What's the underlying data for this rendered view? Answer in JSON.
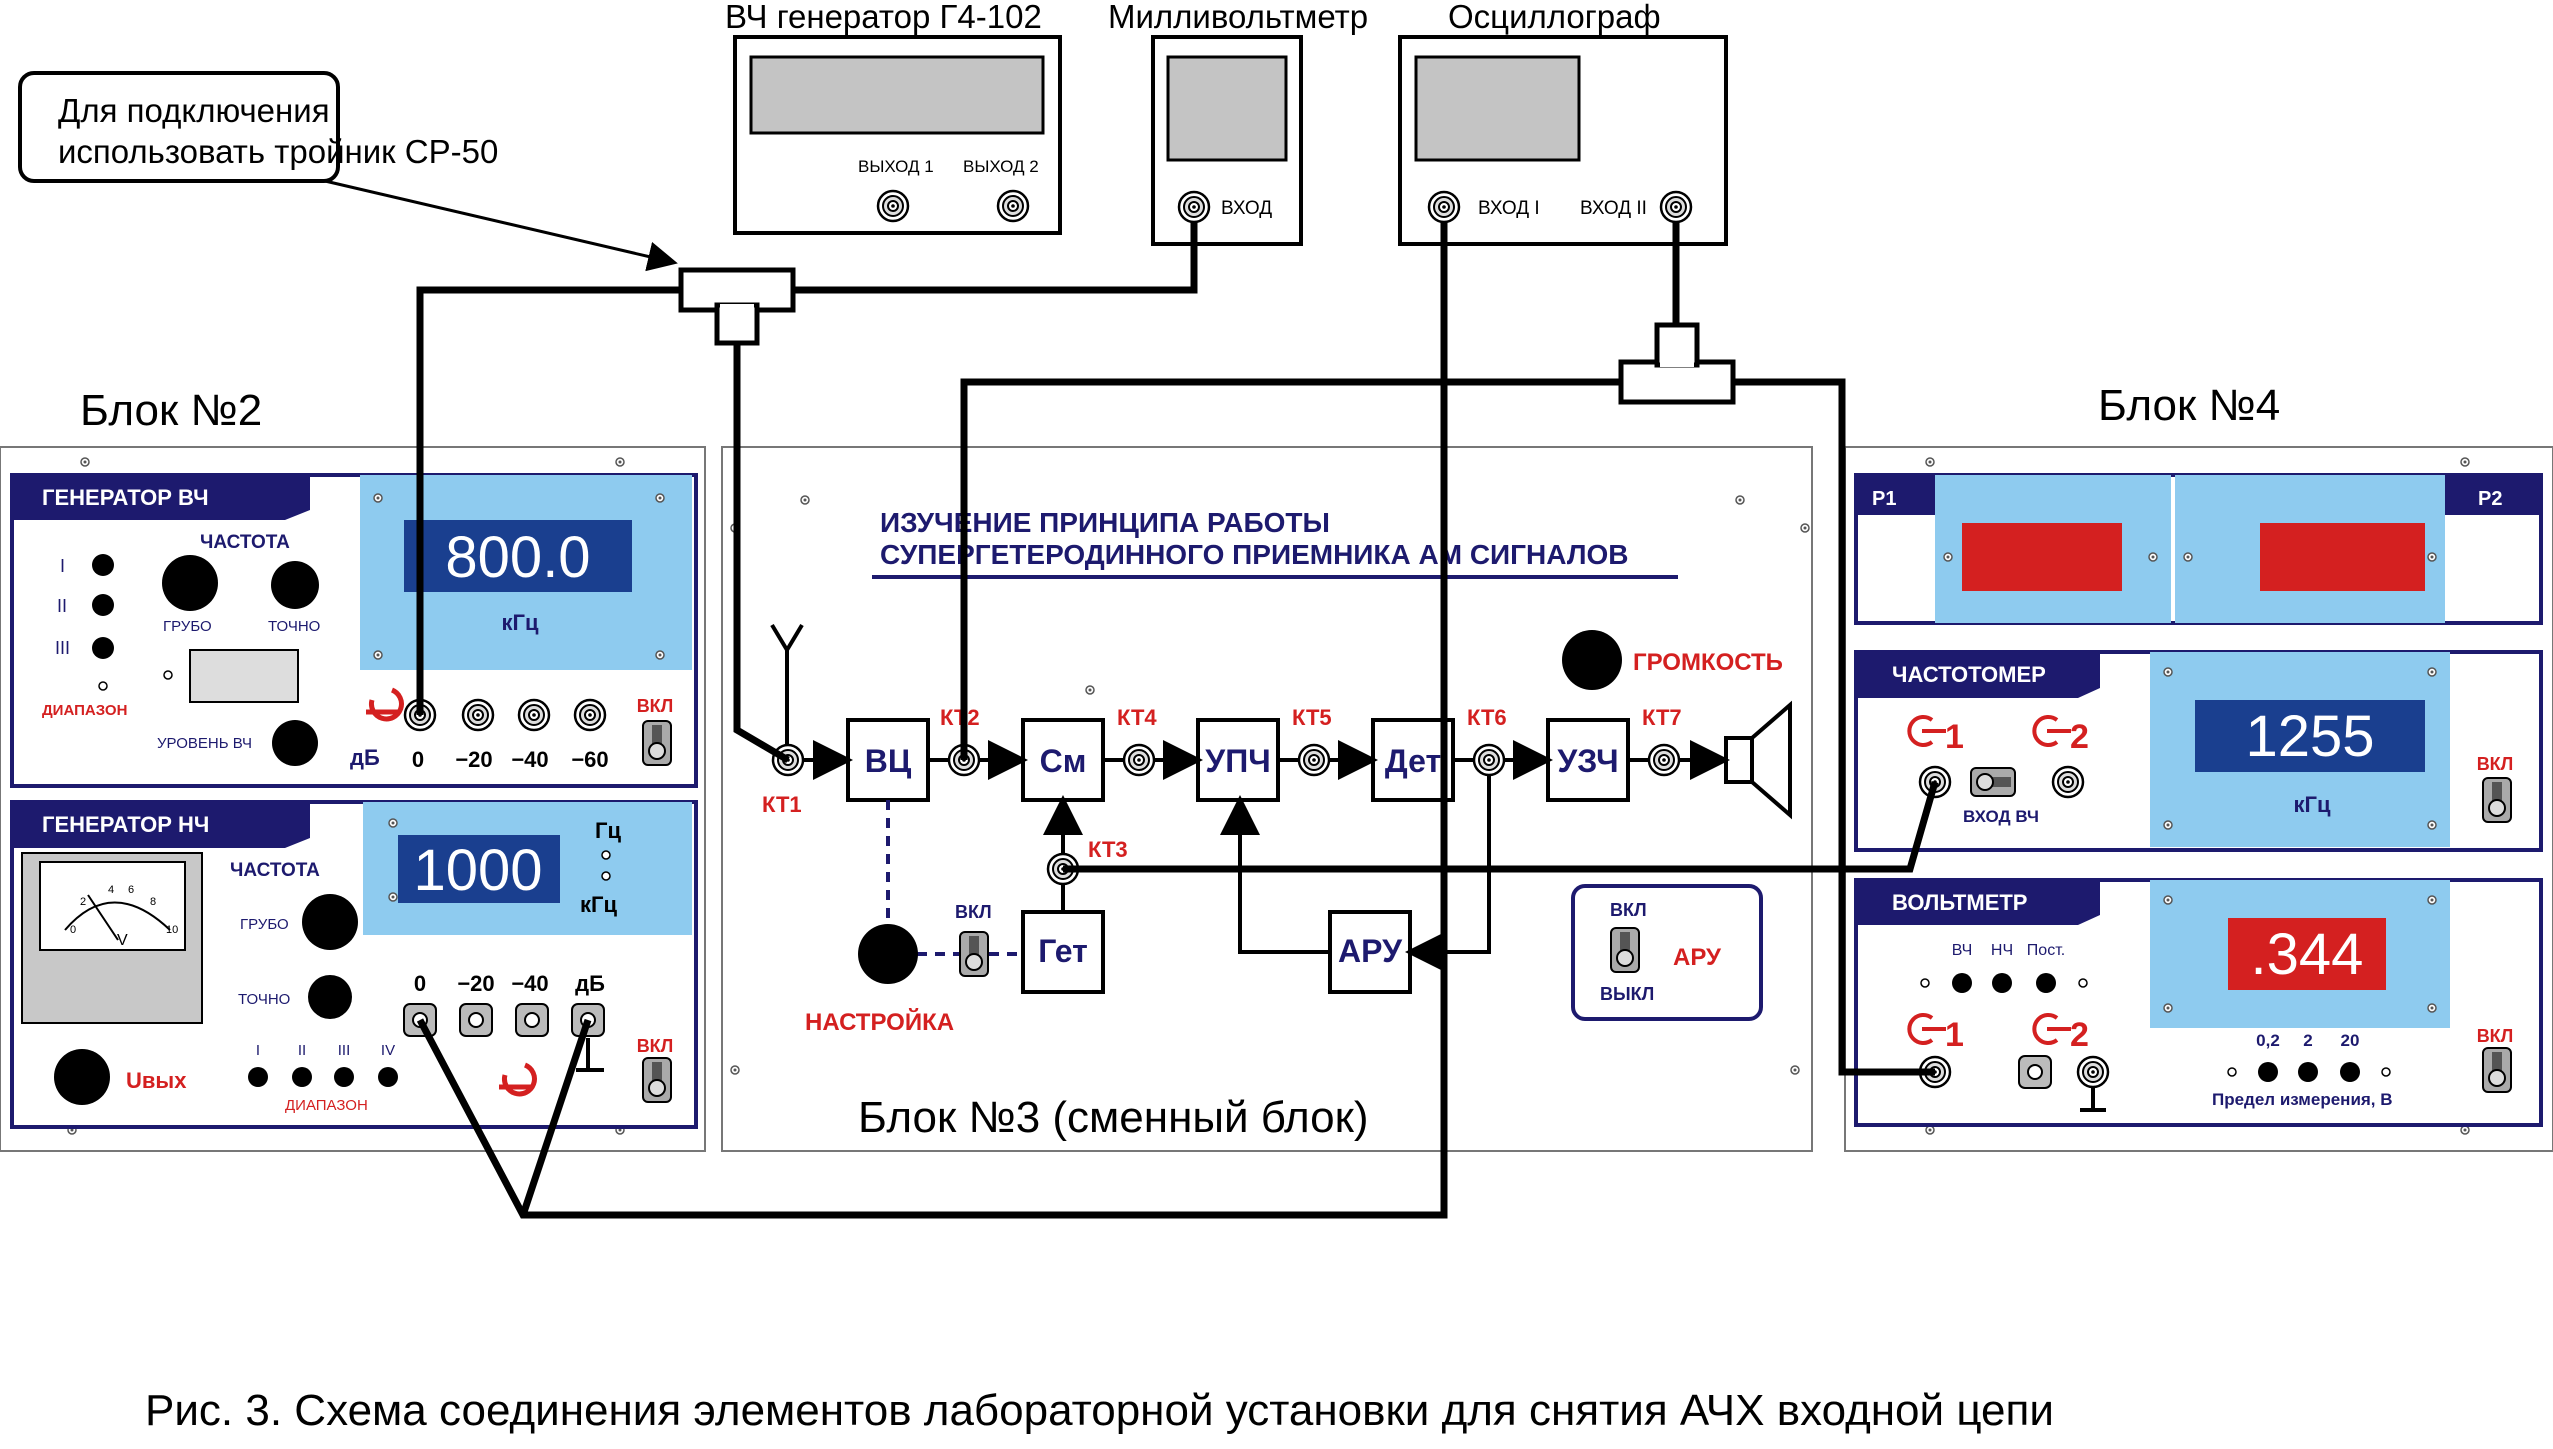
{
  "callout": {
    "line1": "Для подключения",
    "line2": "использовать тройник СР-50"
  },
  "instruments": {
    "generator": {
      "title": "ВЧ генератор Г4-102",
      "out1": "ВЫХОД 1",
      "out2": "ВЫХОД 2"
    },
    "millivoltmeter": {
      "title": "Милливольтметр",
      "input": "ВХОД"
    },
    "oscilloscope": {
      "title": "Осциллограф",
      "input1": "ВХОД I",
      "input2": "ВХОД II"
    }
  },
  "block2": {
    "label": "Блок №2",
    "rf_gen": {
      "title": "ГЕНЕРАТОР ВЧ",
      "freq_label": "ЧАСТОТА",
      "range_i": "I",
      "range_ii": "II",
      "range_iii": "III",
      "coarse": "ГРУБО",
      "fine": "ТОЧНО",
      "range_label": "ДИАПАЗОН",
      "level_label": "УРОВЕНЬ ВЧ",
      "display": "800.0",
      "unit": "кГц",
      "db": "дБ",
      "att": [
        "0",
        "−20",
        "−40",
        "−60"
      ],
      "power": "ВКЛ"
    },
    "lf_gen": {
      "title": "ГЕНЕРАТОР НЧ",
      "freq_label": "ЧАСТОТА",
      "coarse": "ГРУБО",
      "fine": "ТОЧНО",
      "display": "1000",
      "unit_hz": "Гц",
      "unit_khz": "кГц",
      "att": [
        "0",
        "−20",
        "−40"
      ],
      "db": "дБ",
      "meter_scale": [
        "0",
        "2",
        "4",
        "6",
        "8",
        "10"
      ],
      "meter_unit": "V",
      "uout": "Uвых",
      "ranges": [
        "I",
        "II",
        "III",
        "IV"
      ],
      "range_label": "ДИАПАЗОН",
      "power": "ВКЛ"
    }
  },
  "block3": {
    "label": "Блок №3 (сменный блок)",
    "title_line1": "ИЗУЧЕНИЕ  ПРИНЦИПА  РАБОТЫ",
    "title_line2": "СУПЕРГЕТЕРОДИННОГО  ПРИЕМНИКА  АМ  СИГНАЛОВ",
    "volume": "ГРОМКОСТЬ",
    "tune": "НАСТРОЙКА",
    "on": "ВКЛ",
    "blocks": [
      "ВЦ",
      "См",
      "УПЧ",
      "Дет",
      "УЗЧ",
      "Гет",
      "АРУ"
    ],
    "testpoints": [
      "КТ1",
      "КТ2",
      "КТ3",
      "КТ4",
      "КТ5",
      "КТ6",
      "КТ7"
    ],
    "agc_box": {
      "on": "ВКЛ",
      "off": "ВЫКЛ",
      "label": "АРУ"
    }
  },
  "block4": {
    "label": "Блок №4",
    "p1": "Р1",
    "p2": "Р2",
    "counter": {
      "title": "ЧАСТОТОМЕР",
      "in1": "1",
      "in2": "2",
      "input_label": "ВХОД  ВЧ",
      "display": "1255",
      "unit": "кГц",
      "power": "ВКЛ"
    },
    "voltmeter": {
      "title": "ВОЛЬТМЕТР",
      "modes": [
        "ВЧ",
        "НЧ",
        "Пост."
      ],
      "in1": "1",
      "in2": "2",
      "display": ".344",
      "ranges": [
        "0,2",
        "2",
        "20"
      ],
      "range_label": "Предел измерения, В",
      "power": "ВКЛ"
    }
  },
  "caption": "Рис. 3. Схема соединения элементов лабораторной установки для снятия АЧХ входной цепи",
  "colors": {
    "navy": "#1d1a6e",
    "red": "#d42020",
    "light_blue": "#8ecbef",
    "lcd_blue": "#1a3f8f"
  }
}
